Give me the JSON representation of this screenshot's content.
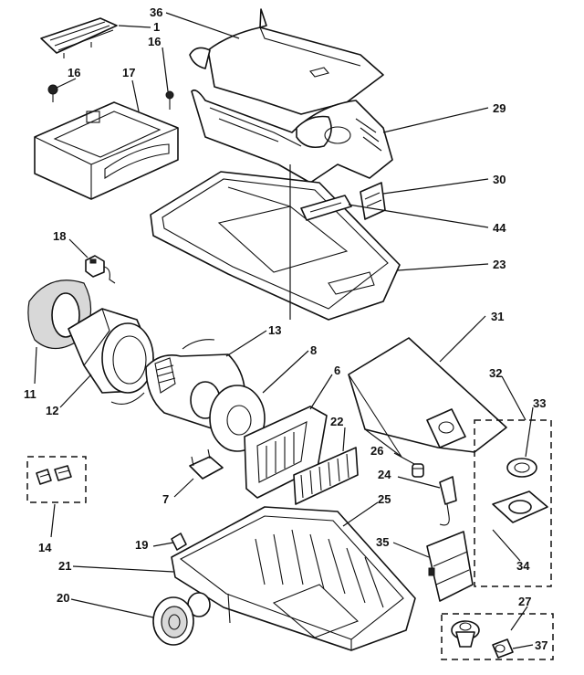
{
  "callouts": [
    {
      "id": "36",
      "label": "36"
    },
    {
      "id": "1",
      "label": "1"
    },
    {
      "id": "16a",
      "label": "16"
    },
    {
      "id": "16b",
      "label": "16"
    },
    {
      "id": "17",
      "label": "17"
    },
    {
      "id": "29",
      "label": "29"
    },
    {
      "id": "30",
      "label": "30"
    },
    {
      "id": "44",
      "label": "44"
    },
    {
      "id": "18",
      "label": "18"
    },
    {
      "id": "23",
      "label": "23"
    },
    {
      "id": "31",
      "label": "31"
    },
    {
      "id": "13",
      "label": "13"
    },
    {
      "id": "8",
      "label": "8"
    },
    {
      "id": "6",
      "label": "6"
    },
    {
      "id": "32",
      "label": "32"
    },
    {
      "id": "11",
      "label": "11"
    },
    {
      "id": "12",
      "label": "12"
    },
    {
      "id": "22",
      "label": "22"
    },
    {
      "id": "33",
      "label": "33"
    },
    {
      "id": "26",
      "label": "26"
    },
    {
      "id": "24",
      "label": "24"
    },
    {
      "id": "7",
      "label": "7"
    },
    {
      "id": "25",
      "label": "25"
    },
    {
      "id": "14",
      "label": "14"
    },
    {
      "id": "19",
      "label": "19"
    },
    {
      "id": "35",
      "label": "35"
    },
    {
      "id": "34",
      "label": "34"
    },
    {
      "id": "21",
      "label": "21"
    },
    {
      "id": "20",
      "label": "20"
    },
    {
      "id": "27",
      "label": "27"
    },
    {
      "id": "37",
      "label": "37"
    }
  ]
}
